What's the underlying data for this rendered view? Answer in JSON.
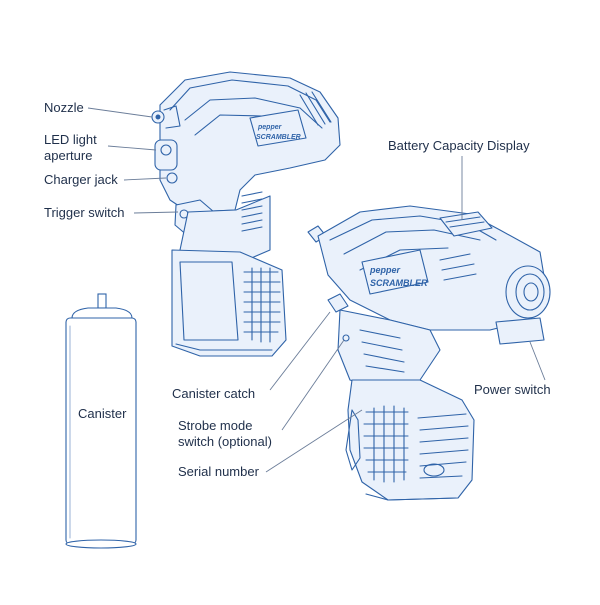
{
  "labels": {
    "nozzle": "Nozzle",
    "led_light_line1": "LED light",
    "led_light_line2": "aperture",
    "charger_jack": "Charger jack",
    "trigger_switch": "Trigger switch",
    "battery_display": "Battery Capacity Display",
    "canister": "Canister",
    "canister_catch": "Canister catch",
    "power_switch": "Power switch",
    "strobe_line1": "Strobe mode",
    "strobe_line2": "switch (optional)",
    "serial_number": "Serial number"
  },
  "brand": {
    "line1": "pepper",
    "line2": "SCRAMBLER",
    "line2_alt": "SCRAMBLER"
  },
  "colors": {
    "ink": "#2f63a8",
    "label_text": "#1f2f4a",
    "leader": "#6b7d99"
  }
}
